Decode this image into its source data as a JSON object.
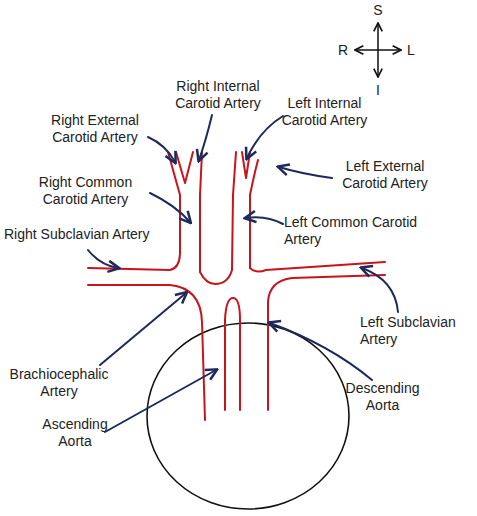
{
  "diagram": {
    "labels": [
      "S",
      "R",
      "L",
      "I",
      "Right Internal Carotid Artery",
      "Right External Carotid Artery",
      "Left Internal Carotid Artery",
      "Left External Carotid Artery",
      "Right Common Carotid Artery",
      "Left Common Carotid Artery",
      "Right Subclavian Artery",
      "Left Subclavian Artery",
      "Brachiocephalic Artery",
      "Descending Aorta",
      "Ascending Aorta"
    ]
  }
}
